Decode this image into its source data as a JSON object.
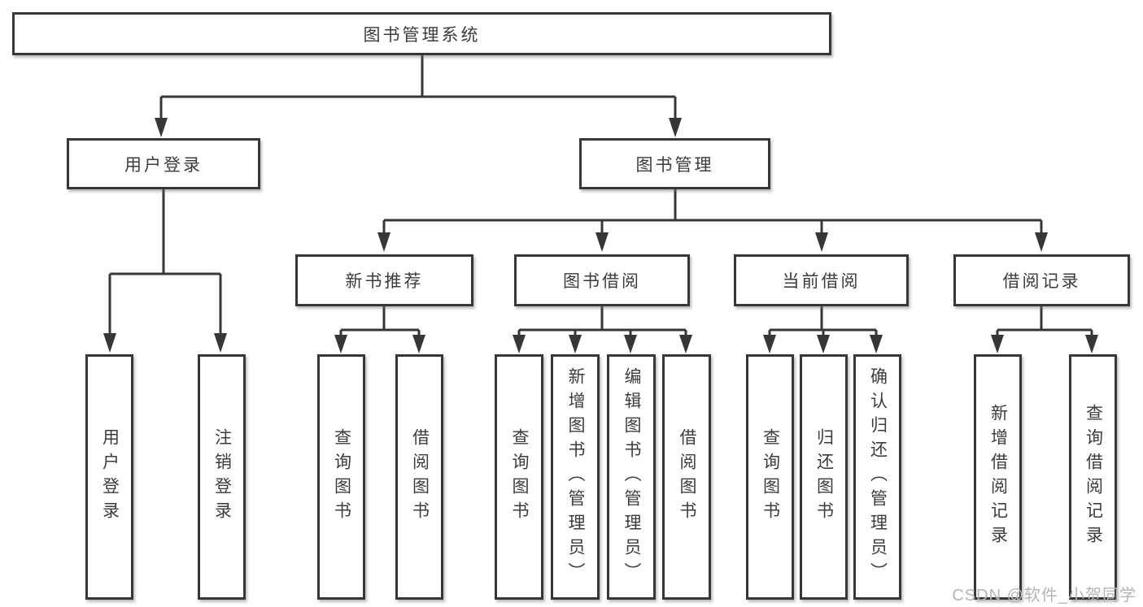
{
  "root": {
    "label": "图书管理系统"
  },
  "branches": [
    {
      "label": "用户登录",
      "children": [
        {
          "label": "用户登录"
        },
        {
          "label": "注销登录"
        }
      ]
    },
    {
      "label": "图书管理",
      "children": [
        {
          "label": "新书推荐",
          "children": [
            {
              "label": "查询图书"
            },
            {
              "label": "借阅图书"
            }
          ]
        },
        {
          "label": "图书借阅",
          "children": [
            {
              "label": "查询图书"
            },
            {
              "label": "新增图书（管理员）"
            },
            {
              "label": "编辑图书（管理员）"
            },
            {
              "label": "借阅图书"
            }
          ]
        },
        {
          "label": "当前借阅",
          "children": [
            {
              "label": "查询图书"
            },
            {
              "label": "归还图书"
            },
            {
              "label": "确认归还（管理员）"
            }
          ]
        },
        {
          "label": "借阅记录",
          "children": [
            {
              "label": "新增借阅记录"
            },
            {
              "label": "查询借阅记录"
            }
          ]
        }
      ]
    }
  ],
  "watermark": "CSDN @软件_小贺同学",
  "colors": {
    "line": "#373737",
    "text": "#3c3c3c",
    "watermark": "#b5b5b5",
    "background": "#ffffff"
  }
}
